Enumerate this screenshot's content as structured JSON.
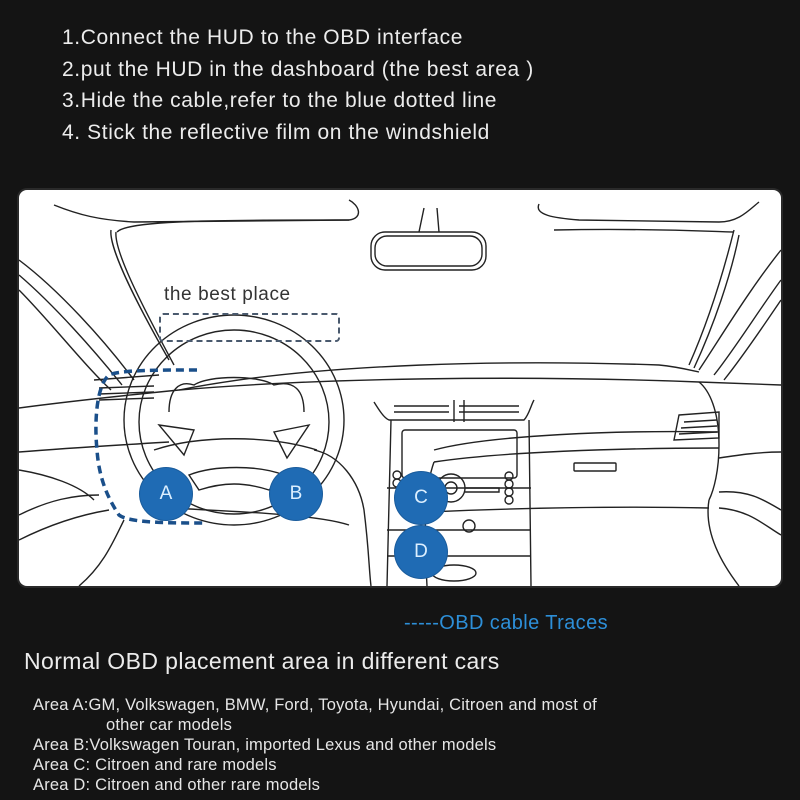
{
  "instructions": {
    "steps": [
      "1.Connect the HUD to the OBD interface",
      "2.put the HUD in the dashboard (the best area )",
      "3.Hide the cable,refer to the blue dotted line",
      "4. Stick the reflective film on the windshield"
    ]
  },
  "diagram": {
    "best_place_label": "the best place",
    "markers": [
      {
        "id": "A",
        "label": "A",
        "color": "#1f6bb4"
      },
      {
        "id": "B",
        "label": "B",
        "color": "#1f6bb4"
      },
      {
        "id": "C",
        "label": "C",
        "color": "#1f6bb4"
      },
      {
        "id": "D",
        "label": "D",
        "color": "#1f6bb4"
      }
    ],
    "cable_trace_color": "#1a4f8a"
  },
  "legend": {
    "label": "-----OBD cable Traces",
    "color": "#2d8fd8"
  },
  "placement": {
    "title": "Normal OBD placement area in different cars",
    "areas": [
      {
        "label": "Area A:GM, Volkswagen, BMW, Ford, Toyota, Hyundai, Citroen and most of",
        "continuation": "other car models"
      },
      {
        "label": "Area B:Volkswagen Touran, imported Lexus and other models"
      },
      {
        "label": "Area C: Citroen and rare models"
      },
      {
        "label": "Area D: Citroen and other rare models"
      }
    ]
  }
}
